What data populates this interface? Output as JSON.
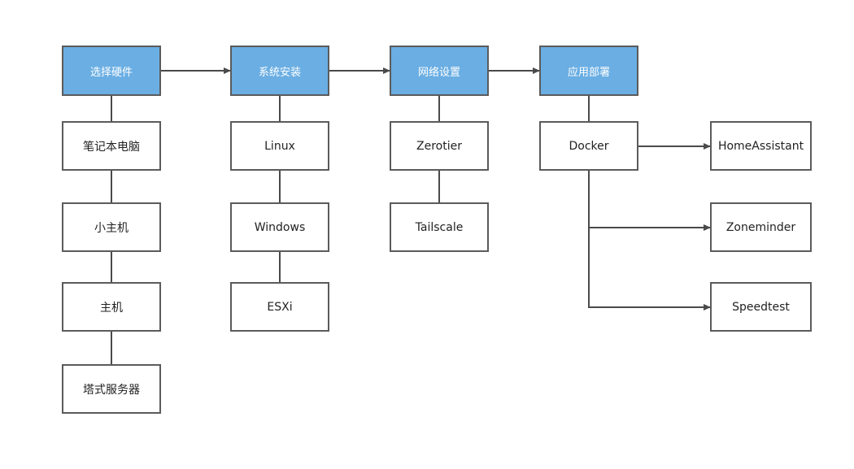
{
  "columns": [
    {
      "header": "选择硬件",
      "items": [
        "笔记本电脑",
        "小主机",
        "主机",
        "塔式服务器"
      ]
    },
    {
      "header": "系统安装",
      "items": [
        "Linux",
        "Windows",
        "ESXi"
      ]
    },
    {
      "header": "网络设置",
      "items": [
        "Zerotier",
        "Tailscale"
      ]
    },
    {
      "header": "应用部署",
      "items": [
        "Docker"
      ]
    }
  ],
  "docker_apps": [
    "HomeAssistant",
    "Zoneminder",
    "Speedtest"
  ],
  "colors": {
    "header_fill": "#6aaee3",
    "border": "#5b5b5b",
    "connector": "#4a4a4a"
  }
}
